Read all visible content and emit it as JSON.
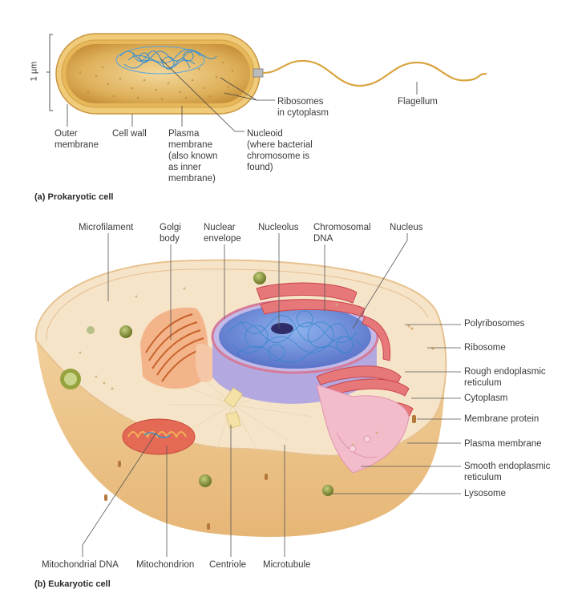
{
  "prokaryotic": {
    "caption": "(a) Prokaryotic cell",
    "scale_label": "1 µm",
    "labels": {
      "outer_membrane": "Outer\nmembrane",
      "cell_wall": "Cell wall",
      "plasma_membrane": "Plasma\nmembrane\n(also known\nas inner\nmembrane)",
      "nucleoid": "Nucleoid\n(where bacterial\nchromosome is\nfound)",
      "ribosomes": "Ribosomes\nin cytoplasm",
      "flagellum": "Flagellum"
    }
  },
  "eukaryotic": {
    "caption": "(b) Eukaryotic cell",
    "top_labels": {
      "microfilament": "Microfilament",
      "golgi": "Golgi\nbody",
      "nuclear_envelope": "Nuclear\nenvelope",
      "nucleolus": "Nucleolus",
      "chromosomal_dna": "Chromosomal\nDNA",
      "nucleus": "Nucleus"
    },
    "right_labels": {
      "polyribosomes": "Polyribosomes",
      "ribosome": "Ribosome",
      "rough_er": "Rough endoplasmic\nreticulum",
      "cytoplasm": "Cytoplasm",
      "membrane_protein": "Membrane protein",
      "plasma_membrane": "Plasma membrane",
      "smooth_er": "Smooth endoplasmic\nreticulum",
      "lysosome": "Lysosome"
    },
    "bottom_labels": {
      "mitochondrial_dna": "Mitochondrial DNA",
      "mitochondrion": "Mitochondrion",
      "centriole": "Centriole",
      "microtubule": "Microtubule"
    }
  },
  "colors": {
    "cell_fill": "#f6e3c8",
    "cell_body": "#efc98f",
    "prok_fill": "#d9a848",
    "dna": "#3b8fd0",
    "nucleus": "#a99cd8",
    "er": "#e06a6a",
    "golgi": "#e08a4a",
    "leader": "#555555"
  }
}
